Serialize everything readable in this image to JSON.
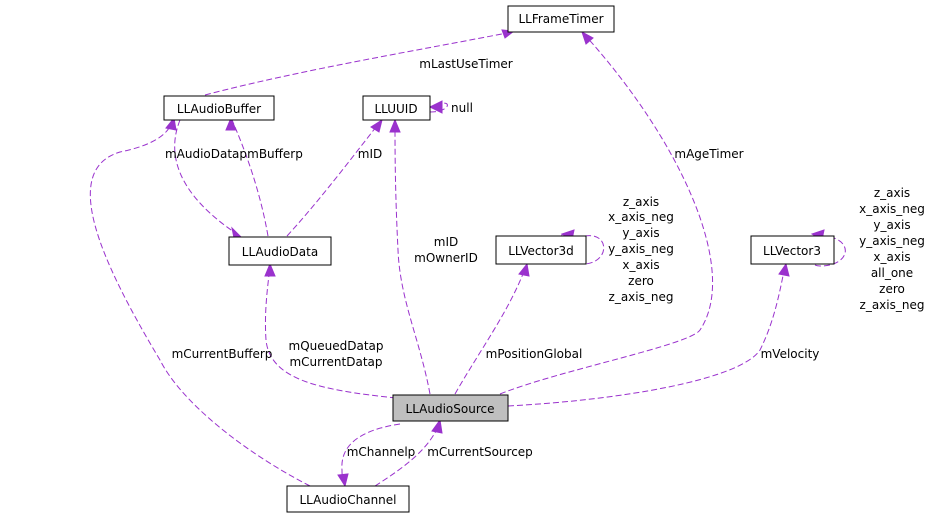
{
  "diagram": {
    "nodes": {
      "frame_timer": "LLFrameTimer",
      "audio_buffer": "LLAudioBuffer",
      "uuid": "LLUUID",
      "audio_data": "LLAudioData",
      "vector3d": "LLVector3d",
      "vector3": "LLVector3",
      "audio_source": "LLAudioSource",
      "audio_channel": "LLAudioChannel"
    },
    "edge_labels": {
      "last_use_timer": "mLastUseTimer",
      "null": "null",
      "audio_datap": "mAudioDatap",
      "bufferp": "mBufferp",
      "id_data": "mID",
      "age_timer": "mAgeTimer",
      "id_source": "mID",
      "owner_id": "mOwnerID",
      "current_bufferp": "mCurrentBufferp",
      "queued_datap": "mQueuedDatap",
      "current_datap": "mCurrentDatap",
      "position_global": "mPositionGlobal",
      "velocity": "mVelocity",
      "channelp": "mChannelp",
      "current_sourcep": "mCurrentSourcep"
    },
    "vector3d_self_labels": [
      "z_axis",
      "x_axis_neg",
      "y_axis",
      "y_axis_neg",
      "x_axis",
      "zero",
      "z_axis_neg"
    ],
    "vector3_self_labels": [
      "z_axis",
      "x_axis_neg",
      "y_axis",
      "y_axis_neg",
      "x_axis",
      "all_one",
      "zero",
      "z_axis_neg"
    ],
    "colors": {
      "edge": "#9a32cd",
      "highlight_fill": "#bfbfbf"
    }
  }
}
